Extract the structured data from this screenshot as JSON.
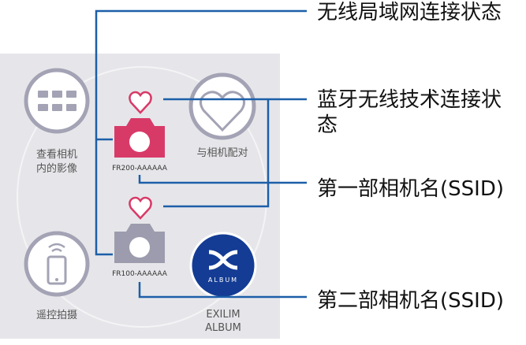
{
  "callouts": {
    "wifi_status": "无线局域网连接状态",
    "bt_status_line1": "蓝牙无线技术连接状",
    "bt_status_line2": "态",
    "first_camera": "第一部相机名(SSID)",
    "second_camera": "第二部相机名(SSID)"
  },
  "menu": {
    "view_images_line1": "查看相机",
    "view_images_line2": "内的影像",
    "pair_camera": "与相机配对",
    "remote_shoot": "遥控拍摄",
    "album_line1": "EXILIM",
    "album_line2": "ALBUM",
    "album_badge": "ALBUM"
  },
  "cameras": [
    {
      "name": "FR200-AAAAAA",
      "color": "#d83a68"
    },
    {
      "name": "FR100-AAAAAA",
      "color": "#9c9cae"
    }
  ],
  "colors": {
    "callout_line": "#1c5fa8",
    "panel": "#e6e6ea",
    "icon_gray": "#a3a3b5",
    "heart": "#d83a68",
    "album": "#143c94"
  }
}
